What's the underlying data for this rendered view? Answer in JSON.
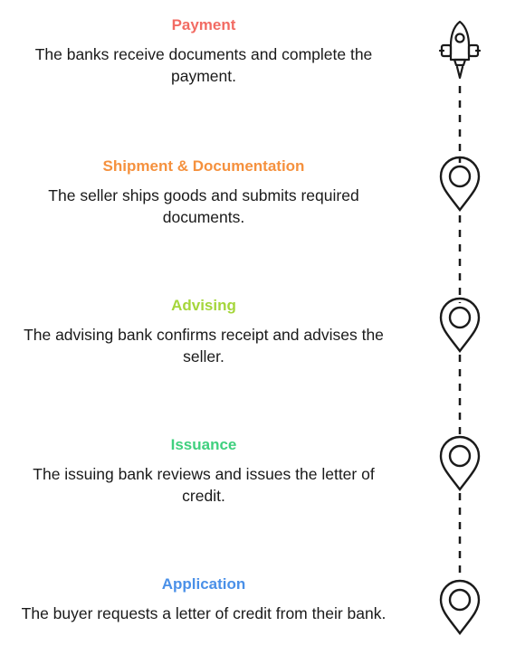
{
  "steps": [
    {
      "title": "Payment",
      "description": "The banks receive documents and complete the payment.",
      "color": "#f26b63",
      "icon": "rocket-icon"
    },
    {
      "title": "Shipment & Documentation",
      "description": "The seller ships goods and submits required documents.",
      "color": "#f5913e",
      "icon": "location-pin-icon"
    },
    {
      "title": "Advising",
      "description": "The advising bank confirms receipt and advises the seller.",
      "color": "#a5d63b",
      "icon": "location-pin-icon"
    },
    {
      "title": "Issuance",
      "description": "The issuing bank reviews and issues the letter of credit.",
      "color": "#3fd07e",
      "icon": "location-pin-icon"
    },
    {
      "title": "Application",
      "description": "The buyer requests a letter of credit from their bank.",
      "color": "#4a90e8",
      "icon": "location-pin-icon"
    }
  ],
  "connector": {
    "style": "dashed",
    "color": "#1a1a1a"
  }
}
